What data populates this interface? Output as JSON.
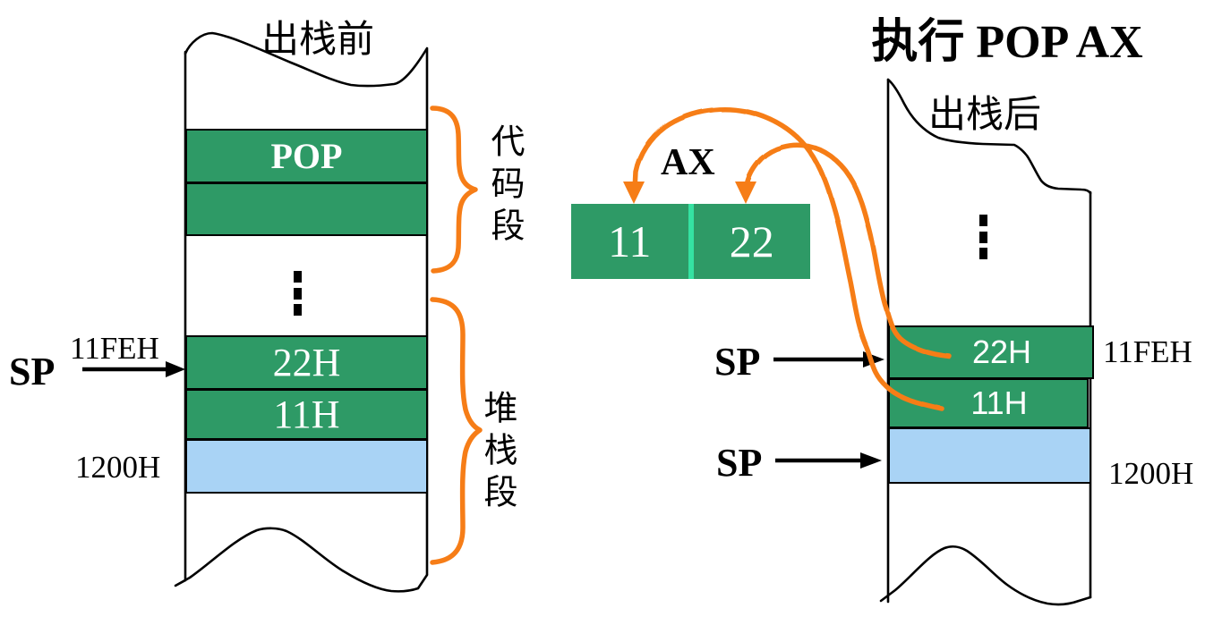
{
  "title": "执行 POP  AX",
  "colors": {
    "green": "#2E9A66",
    "blue": "#A9D3F5",
    "orange": "#F67D17",
    "divider": "#35E2A2",
    "ink": "#000000"
  },
  "before": {
    "heading": "出栈前",
    "pop_cell": "POP",
    "cell_top": "22H",
    "cell_bottom": "11H",
    "sp_label": "SP",
    "sp_address": "11FEH",
    "base_address": "1200H",
    "code_segment_label": "代码段",
    "stack_segment_label": "堆栈段"
  },
  "register": {
    "label": "AX",
    "high_byte": "11",
    "low_byte": "22"
  },
  "after": {
    "heading": "出栈后",
    "cell_top": "22H",
    "cell_bottom": "11H",
    "sp_label_top": "SP",
    "sp_label_bottom": "SP",
    "addr_top": "11FEH",
    "addr_bottom": "1200H"
  }
}
